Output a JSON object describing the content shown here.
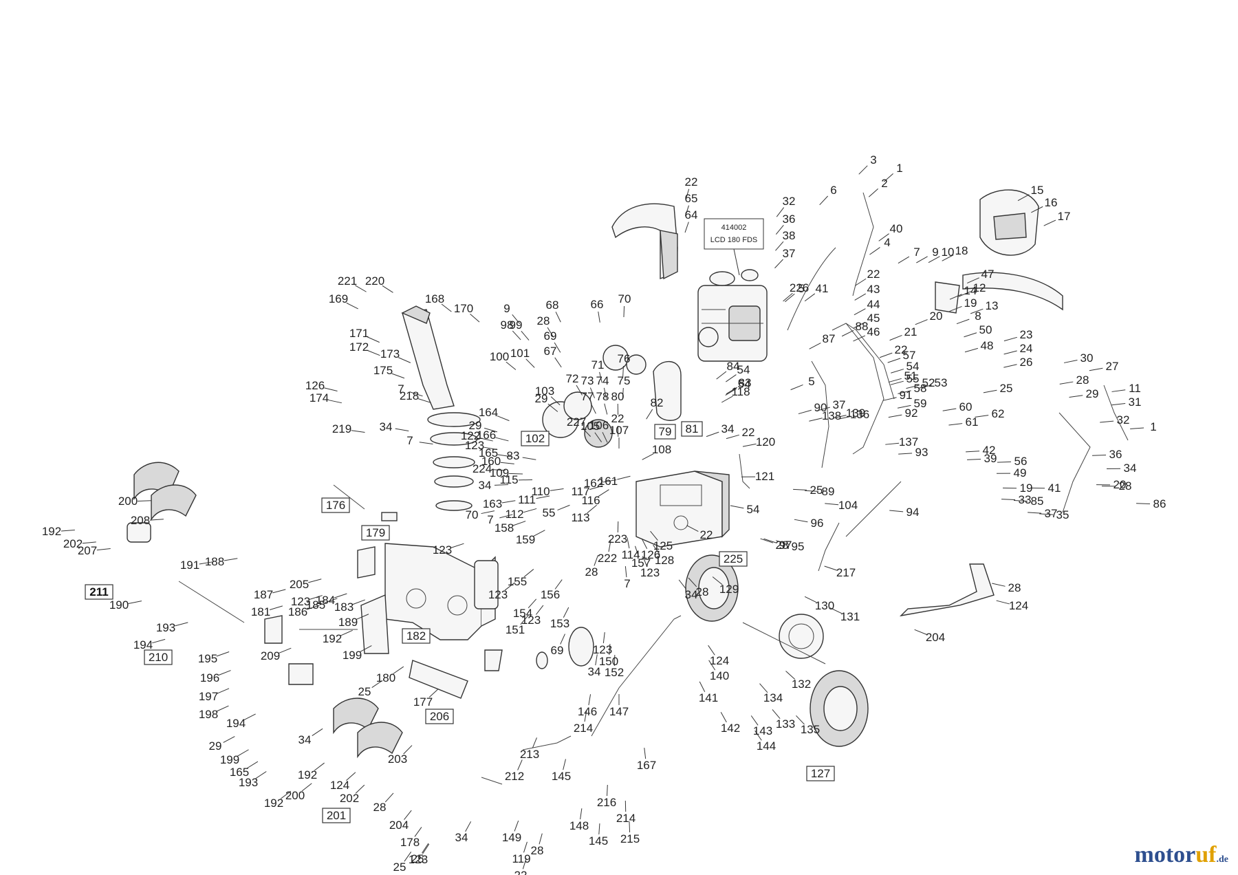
{
  "model_box": {
    "line1": "414002",
    "line2": "LCD 180 FDS"
  },
  "watermark": {
    "part1": "motor",
    "part2": "uf",
    "part3": ".de"
  },
  "boxed_labels": [
    "176",
    "179",
    "102",
    "79",
    "81",
    "225",
    "182",
    "206",
    "210",
    "211",
    "201",
    "127"
  ],
  "labels": [
    "22",
    "65",
    "64",
    "3",
    "1",
    "6",
    "2",
    "32",
    "36",
    "40",
    "38",
    "4",
    "37",
    "5",
    "41",
    "15",
    "16",
    "17",
    "226",
    "7",
    "9",
    "10",
    "18",
    "22",
    "43",
    "44",
    "45",
    "46",
    "47",
    "12",
    "13",
    "14",
    "19",
    "20",
    "8",
    "21",
    "50",
    "22",
    "48",
    "57",
    "51",
    "52",
    "53",
    "54",
    "55",
    "58",
    "59",
    "60",
    "61",
    "23",
    "24",
    "26",
    "25",
    "62",
    "30",
    "27",
    "28",
    "29",
    "11",
    "31",
    "32",
    "1",
    "39",
    "42",
    "56",
    "49",
    "19",
    "41",
    "33",
    "35",
    "36",
    "34",
    "20",
    "28",
    "37",
    "85",
    "86",
    "88",
    "87",
    "5",
    "37",
    "90",
    "136",
    "91",
    "92",
    "137",
    "138",
    "139",
    "93",
    "89",
    "25",
    "94",
    "104",
    "96",
    "95",
    "28",
    "97",
    "217",
    "221",
    "220",
    "169",
    "168",
    "170",
    "171",
    "172",
    "173",
    "126",
    "175",
    "7",
    "174",
    "219",
    "34",
    "7",
    "218",
    "164",
    "166",
    "165",
    "224",
    "34",
    "163",
    "7",
    "70",
    "9",
    "98",
    "99",
    "100",
    "101",
    "103",
    "28",
    "68",
    "69",
    "67",
    "66",
    "70",
    "71",
    "72",
    "73",
    "74",
    "75",
    "76",
    "77",
    "78",
    "80",
    "82",
    "84",
    "54",
    "83",
    "29",
    "22",
    "227",
    "105",
    "106",
    "107",
    "108",
    "54",
    "118",
    "34",
    "22",
    "120",
    "121",
    "29",
    "122",
    "123",
    "83",
    "160",
    "109",
    "115",
    "110",
    "111",
    "55",
    "161",
    "162",
    "112",
    "158",
    "159",
    "117",
    "116",
    "113",
    "223",
    "222",
    "114",
    "157",
    "7",
    "54",
    "28",
    "123",
    "156",
    "155",
    "154",
    "123",
    "153",
    "151",
    "69",
    "123",
    "150",
    "152",
    "34",
    "22",
    "125",
    "126",
    "128",
    "123",
    "28",
    "34",
    "129",
    "130",
    "131",
    "132",
    "134",
    "133",
    "135",
    "124",
    "140",
    "141",
    "142",
    "143",
    "144",
    "146",
    "214",
    "145",
    "147",
    "167",
    "213",
    "212",
    "216",
    "214",
    "215",
    "145",
    "148",
    "149",
    "28",
    "119",
    "22",
    "34",
    "204",
    "28",
    "124",
    "192",
    "202",
    "200",
    "208",
    "207",
    "190",
    "191",
    "188",
    "187",
    "181",
    "186",
    "185",
    "184",
    "183",
    "189",
    "192",
    "199",
    "209",
    "193",
    "194",
    "195",
    "196",
    "197",
    "198",
    "194",
    "34",
    "29",
    "199",
    "165",
    "193",
    "192",
    "200",
    "192",
    "124",
    "202",
    "203",
    "28",
    "204",
    "178",
    "123",
    "25",
    "25",
    "123",
    "205",
    "123",
    "180",
    "25",
    "177"
  ],
  "bold_labels": [
    "28",
    "200",
    "208",
    "207"
  ]
}
